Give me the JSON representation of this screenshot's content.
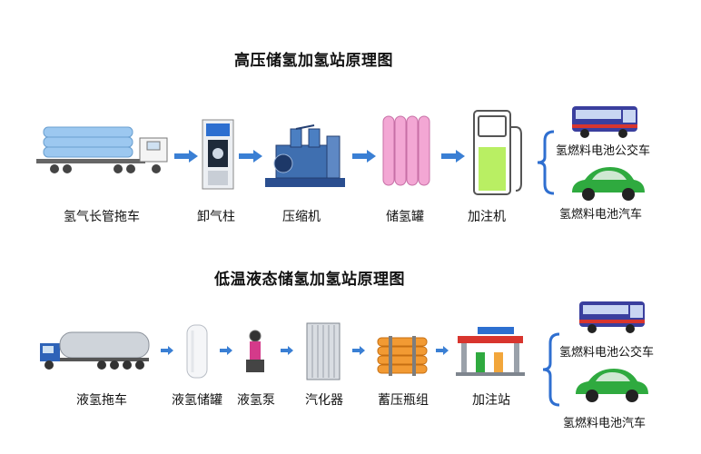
{
  "section1": {
    "title": "高压储氢加氢站原理图",
    "steps": [
      {
        "label": "氢气长管拖车",
        "icon": "tube-trailer-icon"
      },
      {
        "label": "卸气柱",
        "icon": "unloading-post-icon"
      },
      {
        "label": "压缩机",
        "icon": "compressor-icon"
      },
      {
        "label": "储氢罐",
        "icon": "storage-cylinders-icon"
      },
      {
        "label": "加注机",
        "icon": "dispenser-icon"
      }
    ],
    "vehicles": [
      {
        "label": "氢燃料电池公交车",
        "icon": "bus-icon"
      },
      {
        "label": "氢燃料电池汽车",
        "icon": "car-icon"
      }
    ]
  },
  "section2": {
    "title": "低温液态储氢加氢站原理图",
    "steps": [
      {
        "label": "液氢拖车",
        "icon": "tanker-truck-icon"
      },
      {
        "label": "液氢储罐",
        "icon": "liquid-tank-icon"
      },
      {
        "label": "液氢泵",
        "icon": "pump-icon"
      },
      {
        "label": "汽化器",
        "icon": "vaporizer-icon"
      },
      {
        "label": "蓄压瓶组",
        "icon": "cylinder-bundle-icon"
      },
      {
        "label": "加注站",
        "icon": "station-icon"
      }
    ],
    "vehicles": [
      {
        "label": "氢燃料电池公交车",
        "icon": "bus-icon"
      },
      {
        "label": "氢燃料电池汽车",
        "icon": "car-icon"
      }
    ]
  },
  "colors": {
    "arrow": "#3a7fd4",
    "bracket": "#2f6fd0",
    "tube": "#9cc8f0",
    "cylinder": "#f3a7d4",
    "bus": "#3a3f9e",
    "car": "#2faa3f"
  }
}
